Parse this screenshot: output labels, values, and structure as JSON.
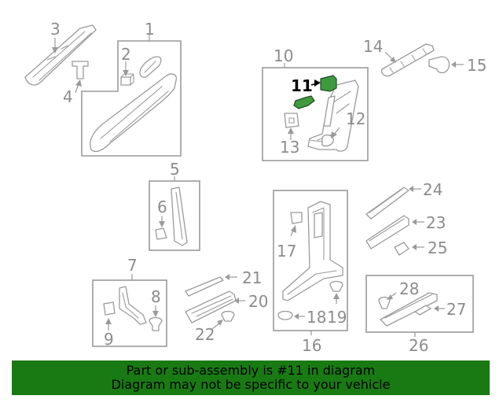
{
  "callouts": {
    "n1": "1",
    "n2": "2",
    "n3": "3",
    "n4": "4",
    "n5": "5",
    "n6": "6",
    "n7": "7",
    "n8": "8",
    "n9": "9",
    "n10": "10",
    "n11": "11",
    "n12": "12",
    "n13": "13",
    "n14": "14",
    "n15": "15",
    "n16": "16",
    "n17": "17",
    "n18": "18",
    "n19": "19",
    "n20": "20",
    "n21": "21",
    "n22": "22",
    "n23": "23",
    "n24": "24",
    "n25": "25",
    "n26": "26",
    "n27": "27",
    "n28": "28"
  },
  "highlighted_part": "11",
  "colors": {
    "line": "#9a9a9a",
    "highlight_part": "#3f9a3f",
    "banner_bg": "#197a14",
    "banner_text": "#000000"
  },
  "banner": {
    "line1": "Part or sub-assembly is #11 in diagram",
    "line2": "Diagram may not be specific to your vehicle"
  }
}
